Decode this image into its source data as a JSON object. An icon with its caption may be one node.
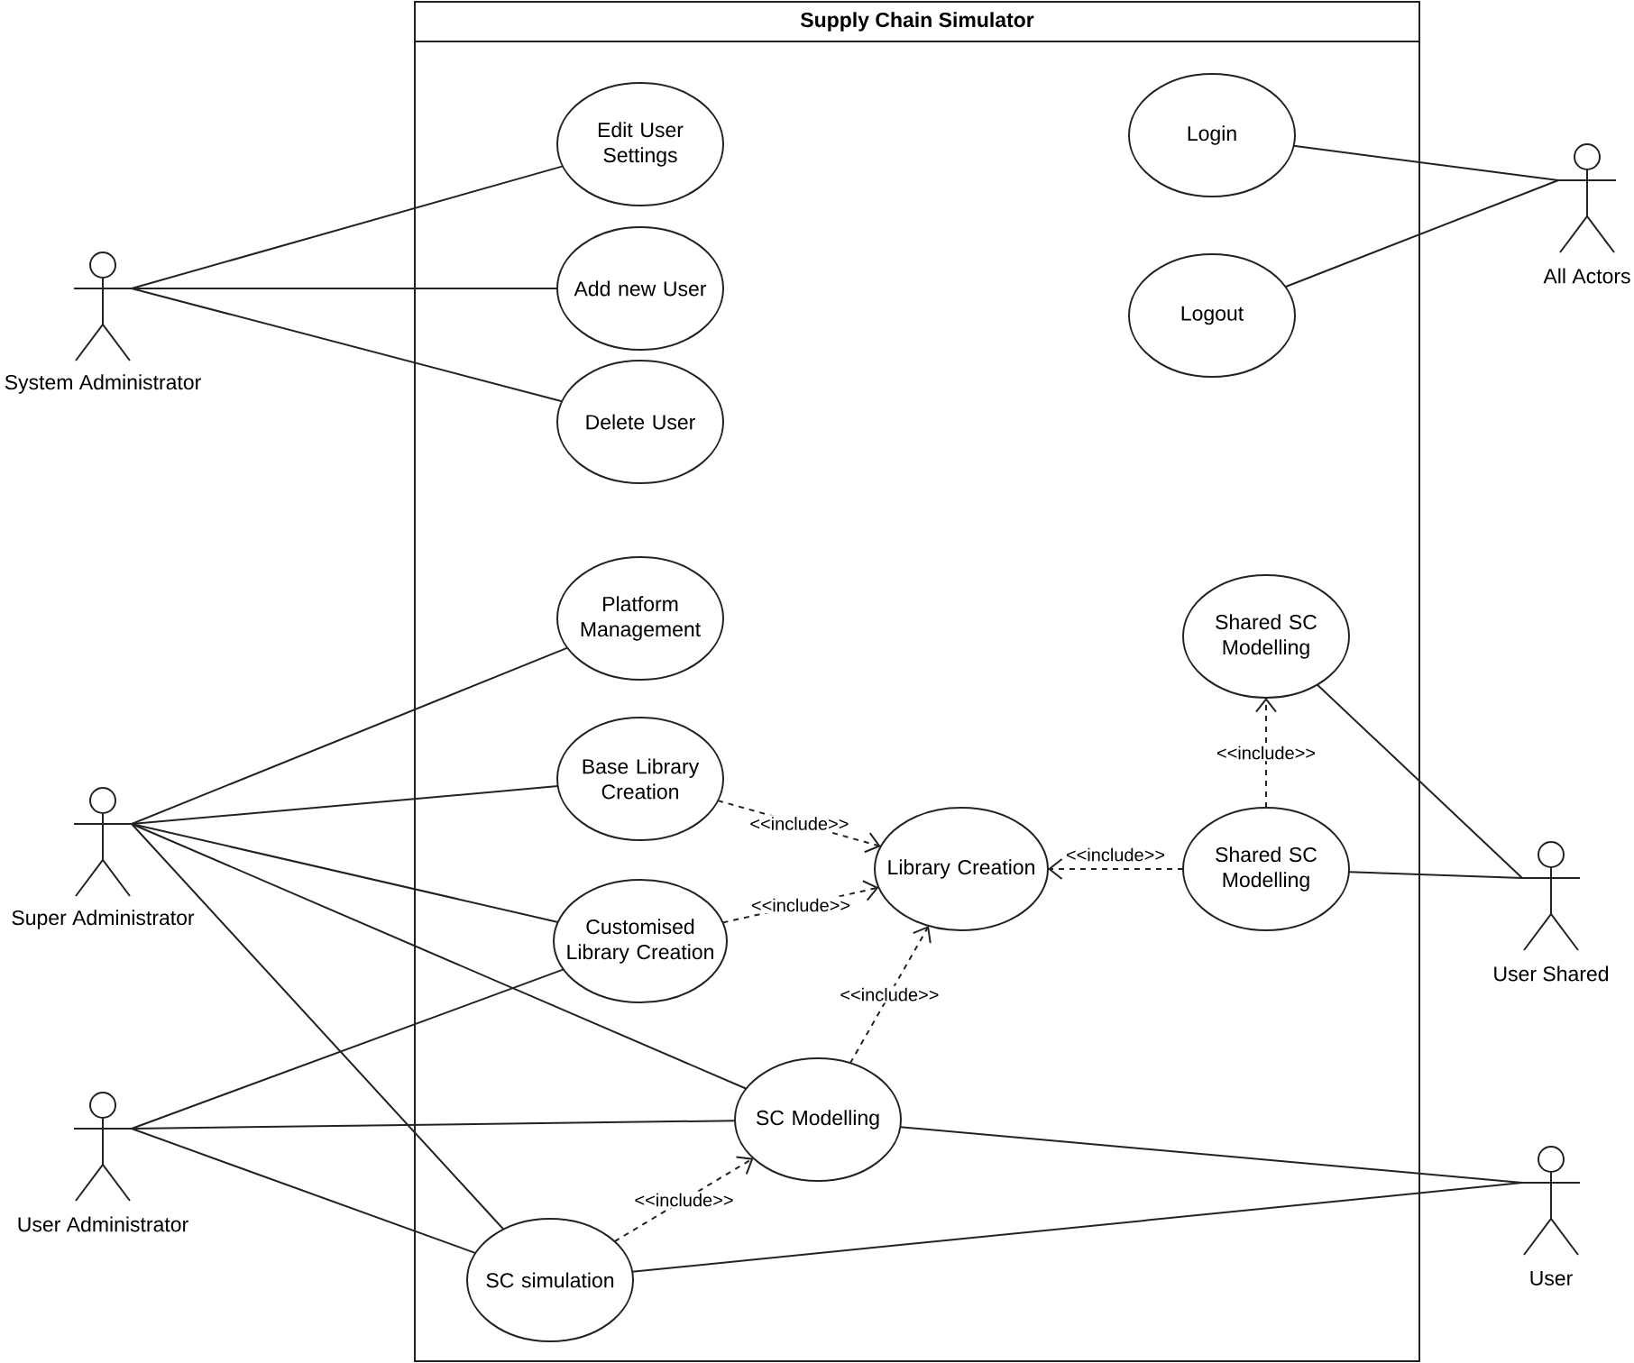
{
  "diagram": {
    "nodes": [
      {
        "text": [
          "Supply Chain Simulator"
        ]
      },
      {
        "text": [
          "Edit User Settings"
        ],
        "in": 0
      },
      {
        "text": [
          "Login"
        ],
        "in": 0
      },
      {
        "text": [
          "Add new User"
        ],
        "in": 0
      },
      {
        "text": [
          "Logout"
        ],
        "in": 0
      },
      {
        "text": [
          "Delete User"
        ],
        "in": 0
      },
      {
        "text": [
          "Platform Management"
        ],
        "in": 0
      },
      {
        "text": [
          "Shared SC Modelling"
        ],
        "in": 0
      },
      {
        "text": [
          "Base Library Creation"
        ],
        "in": 0
      },
      {
        "text": [
          "Library Creation"
        ],
        "in": 0
      },
      {
        "text": [
          "Shared SC Modelling"
        ],
        "in": 0
      },
      {
        "text": [
          "Customised Library Creation"
        ],
        "in": 0
      },
      {
        "text": [
          "SC Modelling"
        ],
        "in": 0
      },
      {
        "text": [
          "SC simulation"
        ],
        "in": 0
      },
      {
        "text": [
          "System Administrator"
        ]
      },
      {
        "text": [
          "All Actors"
        ]
      },
      {
        "text": [
          "Super Administrator"
        ]
      },
      {
        "text": [
          "User Shared"
        ]
      },
      {
        "text": [
          "User Administrator"
        ]
      },
      {
        "text": [
          "User"
        ]
      }
    ],
    "edges": [
      {
        "from": 14,
        "to": 1,
        "arrow": "none"
      },
      {
        "from": 14,
        "to": 3,
        "arrow": "none"
      },
      {
        "from": 14,
        "to": 5,
        "arrow": "none"
      },
      {
        "from": 15,
        "to": 2,
        "arrow": "none"
      },
      {
        "from": 15,
        "to": 4,
        "arrow": "none"
      },
      {
        "from": 16,
        "to": 6,
        "arrow": "none"
      },
      {
        "from": 16,
        "to": 8,
        "arrow": "none"
      },
      {
        "from": 16,
        "to": 11,
        "arrow": "none"
      },
      {
        "from": 16,
        "to": 12,
        "arrow": "none"
      },
      {
        "from": 16,
        "to": 13,
        "arrow": "none"
      },
      {
        "from": 18,
        "to": 11,
        "arrow": "none"
      },
      {
        "from": 18,
        "to": 12,
        "arrow": "none"
      },
      {
        "from": 18,
        "to": 13,
        "arrow": "none"
      },
      {
        "from": 17,
        "to": 7,
        "arrow": "none"
      },
      {
        "from": 17,
        "to": 10,
        "arrow": "none"
      },
      {
        "from": 19,
        "to": 12,
        "arrow": "none"
      },
      {
        "from": 19,
        "to": 13,
        "arrow": "none"
      },
      {
        "from": 8,
        "to": 9,
        "arrow": "to",
        "style": "dashed",
        "label": "<<include>>"
      },
      {
        "from": 11,
        "to": 9,
        "arrow": "to",
        "style": "dashed",
        "label": "<<include>>"
      },
      {
        "from": 12,
        "to": 9,
        "arrow": "to",
        "style": "dashed",
        "label": "<<include>>"
      },
      {
        "from": 10,
        "to": 9,
        "arrow": "to",
        "style": "dashed",
        "label": "<<include>>"
      },
      {
        "from": 10,
        "to": 7,
        "arrow": "to",
        "style": "dashed",
        "label": "<<include>>"
      },
      {
        "from": 13,
        "to": 12,
        "arrow": "to",
        "style": "dashed",
        "label": "<<include>>"
      }
    ]
  }
}
